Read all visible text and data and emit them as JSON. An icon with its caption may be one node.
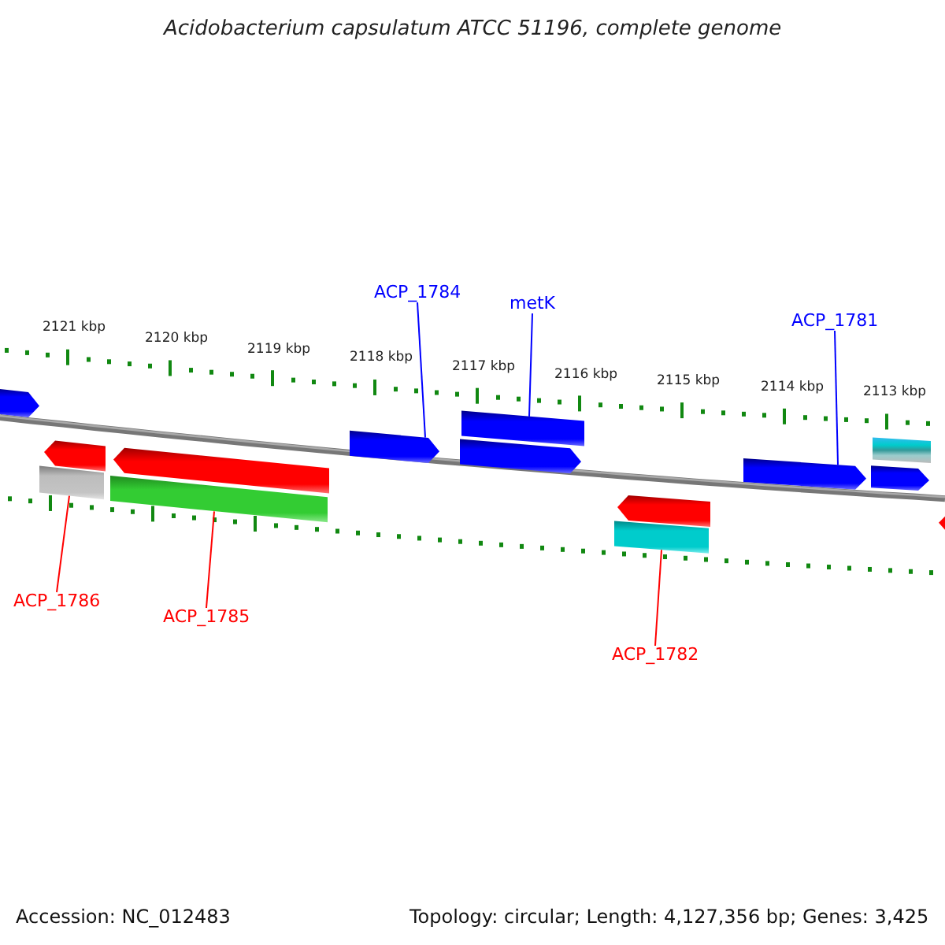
{
  "diagram": {
    "title": "Acidobacterium capsulatum ATCC 51196, complete genome",
    "nodes": [
      {
        "text": [
          "ACP_1784"
        ]
      },
      {
        "text": [
          "metK"
        ]
      },
      {
        "text": [
          "ACP_1781"
        ]
      },
      {
        "text": [
          "ACP_1786"
        ]
      },
      {
        "text": [
          "ACP_1785"
        ]
      },
      {
        "text": [
          "ACP_1782"
        ]
      },
      {
        "text": [],
        "shape": "arrow"
      },
      {
        "text": [],
        "shape": "bar"
      },
      {
        "text": [],
        "shape": "arrow"
      },
      {
        "text": [],
        "shape": "bar"
      },
      {
        "text": [],
        "shape": "arrow"
      },
      {
        "text": [],
        "shape": "arrow"
      },
      {
        "text": [],
        "shape": "arrow"
      },
      {
        "text": [],
        "shape": "bar"
      },
      {
        "text": [],
        "shape": "bar"
      },
      {
        "text": [],
        "shape": "arrow"
      },
      {
        "text": [],
        "shape": "arrow"
      },
      {
        "text": [],
        "shape": "arrow"
      },
      {
        "text": [],
        "shape": "bar"
      },
      {
        "text": [],
        "shape": "arrow"
      }
    ],
    "edges": [
      {
        "from": 0,
        "to": 11,
        "arrow": "none"
      },
      {
        "from": 1,
        "to": 13,
        "arrow": "none"
      },
      {
        "from": 2,
        "to": 16,
        "arrow": "none"
      },
      {
        "from": 3,
        "to": 7,
        "arrow": "none",
        "color": "#ff0000"
      },
      {
        "from": 4,
        "to": 9,
        "arrow": "none",
        "color": "#ff0000"
      },
      {
        "from": 5,
        "to": 14,
        "arrow": "none",
        "color": "#ff0000"
      }
    ],
    "labels": [
      "2121 kbp",
      "2120 kbp",
      "2119 kbp",
      "2118 kbp",
      "2117 kbp",
      "2116 kbp",
      "2115 kbp",
      "2114 kbp",
      "2113 kbp",
      "Accession: NC_012483",
      "Topology: circular; Length: 4,127,356 bp; Genes: 3,425"
    ]
  }
}
